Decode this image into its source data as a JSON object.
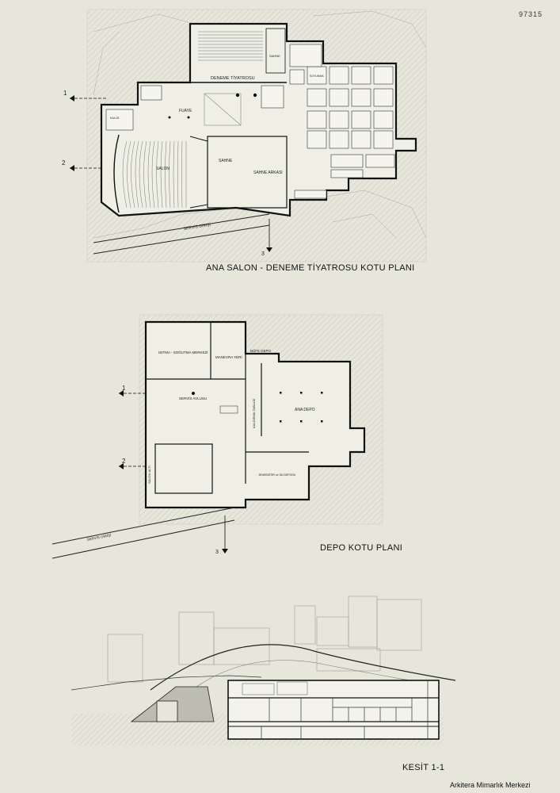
{
  "sheet_id": "97315",
  "plan1": {
    "title": "ANA SALON - DENEME TİYATROSU KOTU PLANI",
    "rooms": {
      "deneme": "DENEME TİYATROSU",
      "fuaye": "FUAYE",
      "salon": "SALON",
      "sahne": "SAHNE",
      "sahne_arkasi": "SAHNE ARKASI",
      "servis_girisi": "SERVİS GİRİŞİ",
      "sahne_top": "SAHNE",
      "kulis": "KULİS",
      "soyunma": "SOYUNMA"
    },
    "section_marks": [
      "1",
      "2",
      "3"
    ]
  },
  "plan2": {
    "title": "DEPO KOTU PLANI",
    "rooms": {
      "isitma": "ISITMA - SOĞUTMA MERKEZİ",
      "manevra": "MANEVRA YERİ",
      "bufe": "BÜFE DEPO",
      "servis_avlusu": "SERVİS AVLUSU",
      "kaldirma": "KALDIRMA TABLASI",
      "ana_depo": "ANA DEPO",
      "salon_alti": "SALON ALTI",
      "jenerator": "JENERATÖR ve SU DEPOSU",
      "servis_girisi": "SERVİS GİRİŞİ"
    },
    "section_marks": [
      "1",
      "2",
      "3"
    ]
  },
  "section": {
    "title": "KESİT 1-1"
  },
  "credit": "Arkitera Mimarlık Merkezi",
  "colors": {
    "background": "#e6e6da",
    "wall": "#111111",
    "hatch": "#a8a89c",
    "fill": "#f2f2ea",
    "dark_fill": "#555555"
  }
}
